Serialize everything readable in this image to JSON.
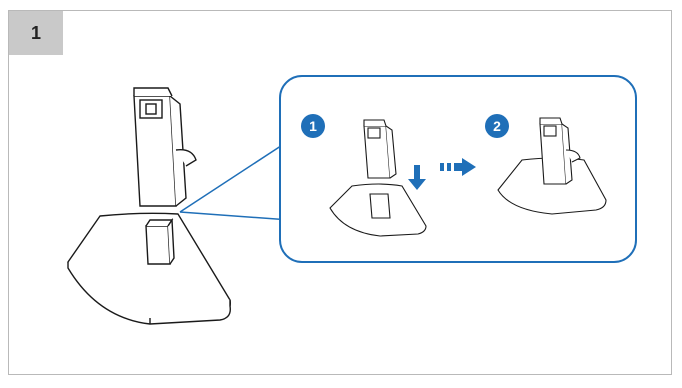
{
  "step_number": "1",
  "callouts": [
    {
      "marker": "1"
    },
    {
      "marker": "2"
    }
  ],
  "colors": {
    "accent_blue": "#1f6fb8",
    "frame_gray": "#b9b9b9",
    "step_box_gray": "#c9c9c9",
    "line_dark": "#1a1a1a"
  },
  "icons": [
    "stand-neck-icon",
    "stand-base-icon",
    "arrow-down-icon",
    "arrow-right-icon"
  ]
}
